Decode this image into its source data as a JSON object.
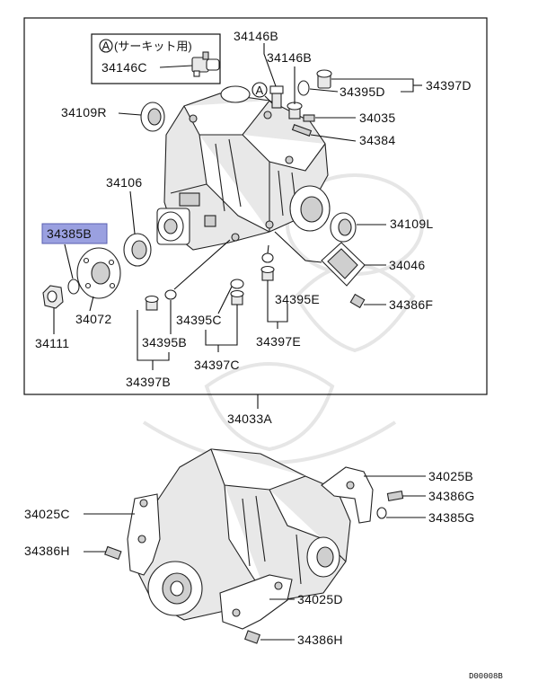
{
  "diagram": {
    "inset_box": {
      "marker": "A",
      "note": "(サーキット用)",
      "part": "34146C"
    },
    "callout_marker": "A",
    "highlight_color": "#9aa0e0",
    "labels": {
      "p34146B_1": "34146B",
      "p34146B_2": "34146B",
      "p34395D": "34395D",
      "p34397D": "34397D",
      "p34109R": "34109R",
      "p34035": "34035",
      "p34384": "34384",
      "p34106": "34106",
      "p34109L": "34109L",
      "p34385B": "34385B",
      "p34046": "34046",
      "p34386F": "34386F",
      "p34395E": "34395E",
      "p34072": "34072",
      "p34395C": "34395C",
      "p34397E": "34397E",
      "p34111": "34111",
      "p34395B": "34395B",
      "p34397C": "34397C",
      "p34397B": "34397B",
      "p34033A": "34033A",
      "p34025B": "34025B",
      "p34386G": "34386G",
      "p34385G": "34385G",
      "p34025C": "34025C",
      "p34386H_1": "34386H",
      "p34025D": "34025D",
      "p34386H_2": "34386H"
    },
    "diagram_code": "D00008B"
  }
}
